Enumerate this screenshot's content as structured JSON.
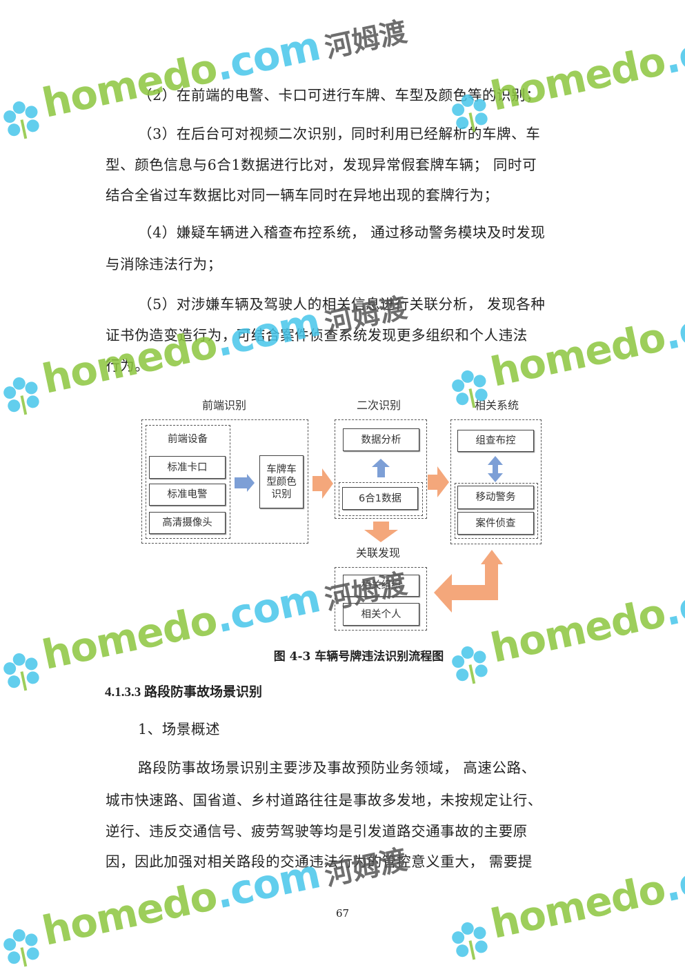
{
  "body_top": {
    "lines": [
      "（2）在前端的电警、卡口可进行车牌、车型及颜色等的识别；",
      "（3）在后台可对视频二次识别，同时利用已经解析的车牌、车",
      "型、颜色信息与6合1数据进行比对，发现异常假套牌车辆；  同时可",
      "结合全省过车数据比对同一辆车同时在异地出现的套牌行为；",
      "（4）嫌疑车辆进入稽查布控系统，   通过移动警务模块及时发现",
      "与消除违法行为；",
      "（5）对涉嫌车辆及驾驶人的相关信息进行关联分析，   发现各种",
      "证书伪造变造行为，可结合案件侦查系统发现更多组织和个人违法",
      "行为。"
    ]
  },
  "diagram": {
    "titles": {
      "front": "前端识别",
      "second": "二次识别",
      "related": "相关系统",
      "assoc": "关联发现"
    },
    "front_device_label": "前端设备",
    "front_devices": [
      "标准卡口",
      "标准电警",
      "高清摄像头"
    ],
    "recognition": "车牌车型颜色识别",
    "data_analysis": "数据分析",
    "six_in_one": "6合1数据",
    "control": "组查布控",
    "mobile_police": "移动警务",
    "case_investigation": "案件侦查",
    "related_org": "相关组织",
    "related_person": "相关个人",
    "colors": {
      "orange_arrow": "#f4a77b",
      "blue_arrow": "#7d9fd6"
    }
  },
  "figure_caption": "图 4-3 车辆号牌违法识别流程图",
  "section_heading": "4.1.3.3 路段防事故场景识别",
  "subheading": "1、场景概述",
  "body_bottom": {
    "lines": [
      "路段防事故场景识别主要涉及事故预防业务领域，    高速公路、",
      "城市快速路、国省道、乡村道路往往是事故多发地，未按规定让行、",
      "逆行、违反交通信号、疲劳驾驶等均是引发道路交通事故的主要原",
      "因，因此加强对相关路段的交通违法行为的管控意义重大，  需要提"
    ]
  },
  "page_number": "67",
  "watermark": {
    "en_a": "homedo",
    "en_b": ".com",
    "cn": "河姆渡"
  }
}
